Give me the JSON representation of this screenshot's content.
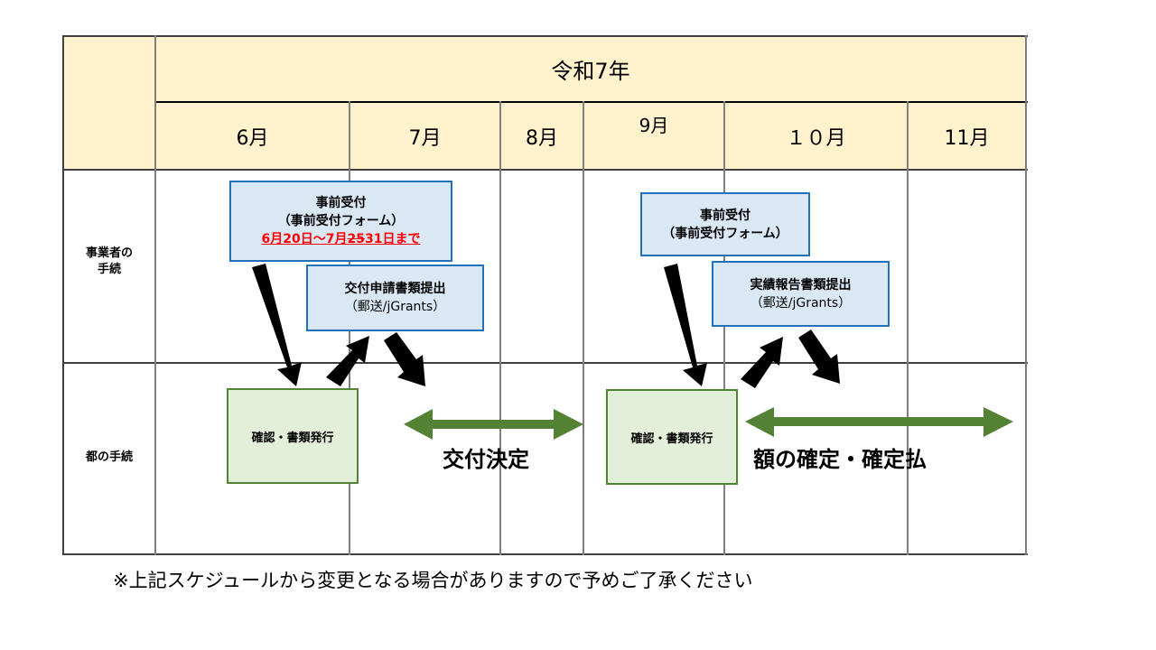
{
  "header": {
    "year": "令和7年",
    "months": [
      "6月",
      "7月",
      "8月",
      "9月",
      "１０月",
      "11月"
    ]
  },
  "rows": {
    "business": "事業者の\n手続",
    "business_line1": "事業者の",
    "business_line2": "手続",
    "metro": "都の手続"
  },
  "boxes": {
    "pre_reception_1": {
      "title": "事前受付",
      "subtitle": "（事前受付フォーム）",
      "period_prefix": "6月20日～7月",
      "period_struck": "25",
      "period_suffix": "31日まで"
    },
    "grant_application": {
      "title": "交付申請書類提出",
      "subtitle": "（郵送/jGrants）"
    },
    "pre_reception_2": {
      "title": "事前受付",
      "subtitle": "（事前受付フォーム）"
    },
    "performance_report": {
      "title": "実績報告書類提出",
      "subtitle": "（郵送/jGrants）"
    },
    "confirm_1": "確認・書類発行",
    "confirm_2": "確認・書類発行"
  },
  "periods": {
    "grant_decision": "交付決定",
    "amount_confirmation": "額の確定・確定払"
  },
  "colors": {
    "header_fill": "#fff2cc",
    "blue_box_fill": "#dae8f5",
    "blue_box_border": "#1f71b8",
    "green_box_fill": "#e2efd9",
    "green_box_border": "#548235",
    "period_arrow": "#548235",
    "deadline_text": "#ff0000"
  },
  "footnote": "※上記スケジュールから変更となる場合がありますので予めご了承ください"
}
